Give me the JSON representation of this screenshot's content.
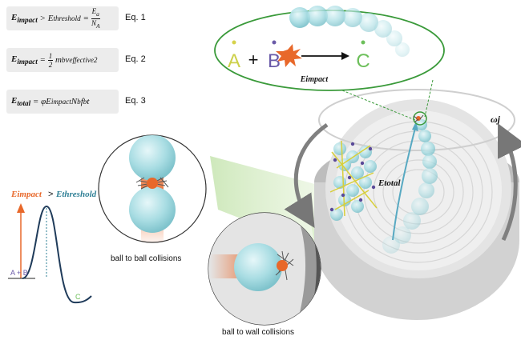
{
  "equations": [
    {
      "label": "Eq. 1",
      "text": "Eimpact > Ethreshold = Ea / NA"
    },
    {
      "label": "Eq. 2",
      "text": "Eimpact = 1/2 mb veffective²"
    },
    {
      "label": "Eq. 3",
      "text": "Etotal = φ Eimpact Nb fb t"
    }
  ],
  "energy_profile": {
    "title_left": "Eimpact",
    "op": ">",
    "title_right": "Ethreshold",
    "reactants": "A + B",
    "product": "C"
  },
  "reaction": {
    "a": "A",
    "plus": "+",
    "b": "B",
    "c": "C",
    "arrow_label": "Eimpact"
  },
  "jar": {
    "omega": "ωj",
    "etotal": "Etotal"
  },
  "captions": {
    "ball_ball": "ball to ball collisions",
    "ball_wall": "ball to wall collisions"
  },
  "colors": {
    "orange": "#e8682a",
    "teal": "#2e7f95",
    "yellow": "#d6d24a",
    "purple": "#6a5aa8",
    "green": "#6cbf5a",
    "ball": "#a9dde3"
  }
}
